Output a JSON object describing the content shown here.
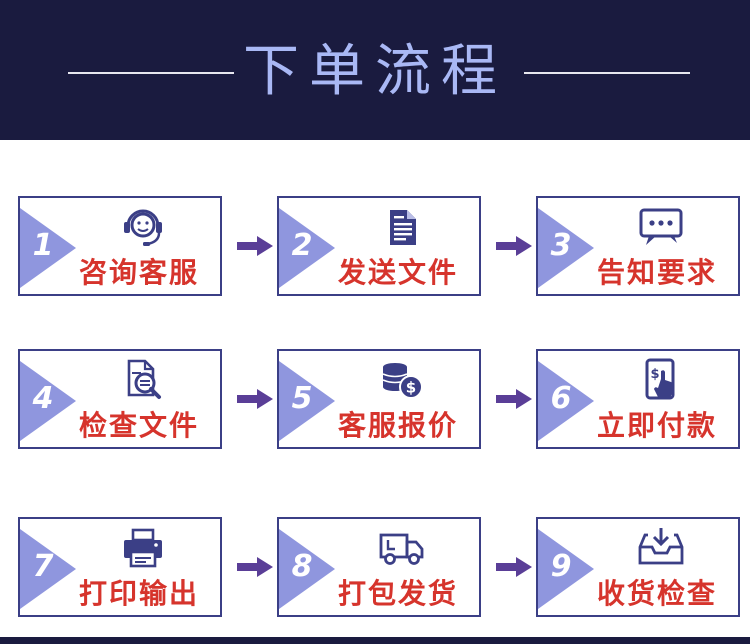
{
  "header": {
    "title": "下单流程"
  },
  "colors": {
    "header_bg": "#1a1b3f",
    "title": "#a9b8f5",
    "border": "#3b3f86",
    "triangle": "#8f96de",
    "label": "#d6342c",
    "arrow": "#5a3e97"
  },
  "steps": [
    {
      "number": "1",
      "label": "咨询客服",
      "icon": "headset-icon"
    },
    {
      "number": "2",
      "label": "发送文件",
      "icon": "document-icon"
    },
    {
      "number": "3",
      "label": "告知要求",
      "icon": "chat-bubble-icon"
    },
    {
      "number": "4",
      "label": "检查文件",
      "icon": "document-search-icon"
    },
    {
      "number": "5",
      "label": "客服报价",
      "icon": "coins-dollar-icon"
    },
    {
      "number": "6",
      "label": "立即付款",
      "icon": "mobile-payment-icon"
    },
    {
      "number": "7",
      "label": "打印输出",
      "icon": "printer-icon"
    },
    {
      "number": "8",
      "label": "打包发货",
      "icon": "delivery-truck-icon"
    },
    {
      "number": "9",
      "label": "收货检查",
      "icon": "inbox-tray-icon"
    }
  ]
}
